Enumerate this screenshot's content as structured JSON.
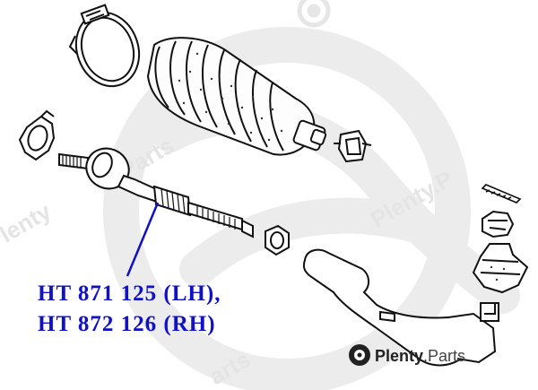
{
  "labels": {
    "lh": "HT 871 125 (LH),",
    "rh": "HT 872 126 (RH)"
  },
  "watermark": {
    "text": "Plenty.Parts",
    "brand_name": "Plenty",
    "brand_suffix": ".Parts"
  },
  "colors": {
    "label": "#1010c8",
    "leader_line": "#1010c8",
    "drawing": "#111111",
    "watermark": "#e6e6e6"
  }
}
